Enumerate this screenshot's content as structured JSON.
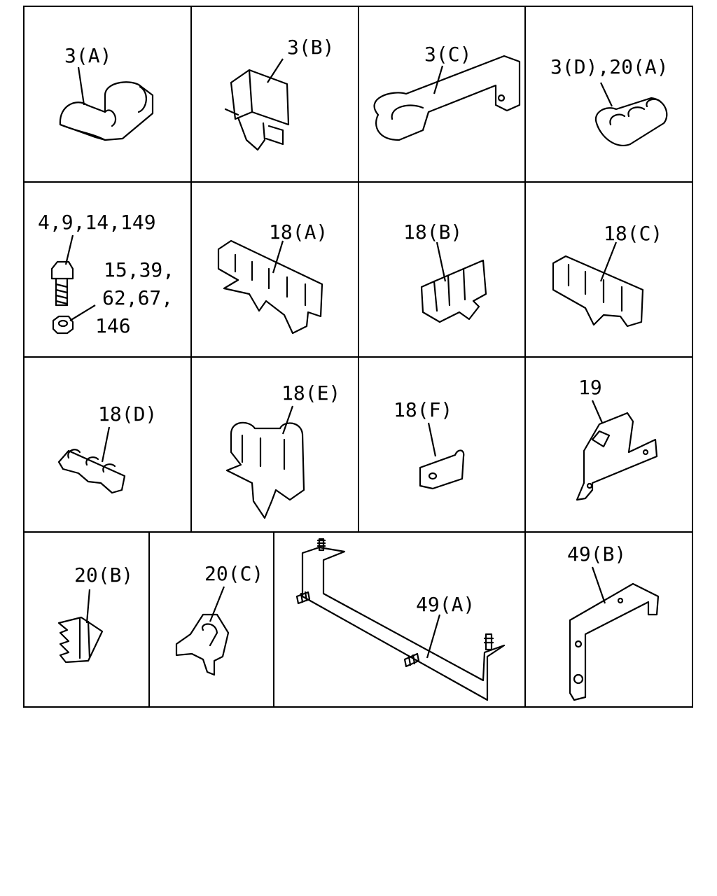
{
  "labels": {
    "c3a": "3(A)",
    "c3b": "3(B)",
    "c3c": "3(C)",
    "c3d": "3(D),20(A)",
    "c4": "4,9,14,149",
    "c15": "15,39,",
    "c62": "62,67,",
    "c146": "146",
    "c18a": "18(A)",
    "c18b": "18(B)",
    "c18c": "18(C)",
    "c18d": "18(D)",
    "c18e": "18(E)",
    "c18f": "18(F)",
    "c19": "19",
    "c20b": "20(B)",
    "c20c": "20(C)",
    "c49a": "49(A)",
    "c49b": "49(B)"
  }
}
